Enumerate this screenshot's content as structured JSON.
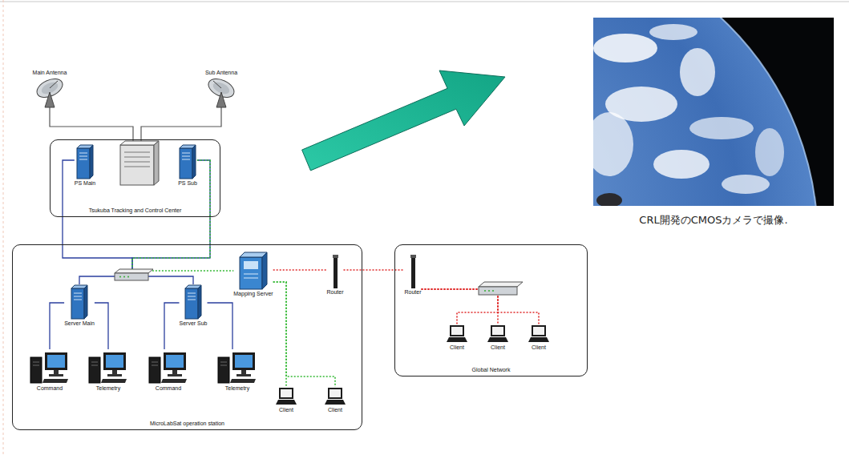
{
  "diagram": {
    "caption": "CRL開発のCMOSカメラで撮像.",
    "nodes": [
      {
        "text": [
          "Main Antenna"
        ]
      },
      {
        "text": [
          "Sub Antenna"
        ]
      },
      {
        "text": [
          "Tsukuba Tracking and Control Center"
        ]
      },
      {
        "text": [
          "PS Main"
        ],
        "in": 2
      },
      {
        "text": [
          "PS Sub"
        ],
        "in": 2
      },
      {
        "text": [
          "MicroLabSat operation station"
        ]
      },
      {
        "text": [
          "Server Main"
        ],
        "in": 5
      },
      {
        "text": [
          "Server Sub"
        ],
        "in": 5
      },
      {
        "text": [
          "Mapping Server"
        ],
        "in": 5
      },
      {
        "text": [
          "Router"
        ],
        "in": 5
      },
      {
        "text": [
          "Command"
        ],
        "in": 5
      },
      {
        "text": [
          "Telemetry"
        ],
        "in": 5
      },
      {
        "text": [
          "Command"
        ],
        "in": 5
      },
      {
        "text": [
          "Telemetry"
        ],
        "in": 5
      },
      {
        "text": [
          "Client"
        ],
        "in": 5
      },
      {
        "text": [
          "Client"
        ],
        "in": 5
      },
      {
        "text": [
          "Global Network"
        ]
      },
      {
        "text": [
          "Router"
        ],
        "in": 16
      },
      {
        "text": [
          "Client"
        ],
        "in": 16
      },
      {
        "text": [
          "Client"
        ],
        "in": 16
      },
      {
        "text": [
          "Client"
        ],
        "in": 16
      }
    ],
    "edges": [
      {
        "from": 3,
        "to": 6,
        "arrow": "none"
      },
      {
        "from": 4,
        "to": 7,
        "arrow": "none"
      },
      {
        "from": 4,
        "to": 8,
        "arrow": "none"
      },
      {
        "from": 6,
        "to": 10,
        "arrow": "none"
      },
      {
        "from": 6,
        "to": 11,
        "arrow": "none"
      },
      {
        "from": 7,
        "to": 12,
        "arrow": "none"
      },
      {
        "from": 7,
        "to": 13,
        "arrow": "none"
      },
      {
        "from": 8,
        "to": 9,
        "arrow": "none"
      },
      {
        "from": 9,
        "to": 17,
        "arrow": "none"
      },
      {
        "from": 8,
        "to": 14,
        "arrow": "none"
      },
      {
        "from": 8,
        "to": 15,
        "arrow": "none"
      },
      {
        "from": 17,
        "to": 18,
        "arrow": "none"
      },
      {
        "from": 17,
        "to": 19,
        "arrow": "none"
      },
      {
        "from": 17,
        "to": 20,
        "arrow": "none"
      }
    ]
  }
}
